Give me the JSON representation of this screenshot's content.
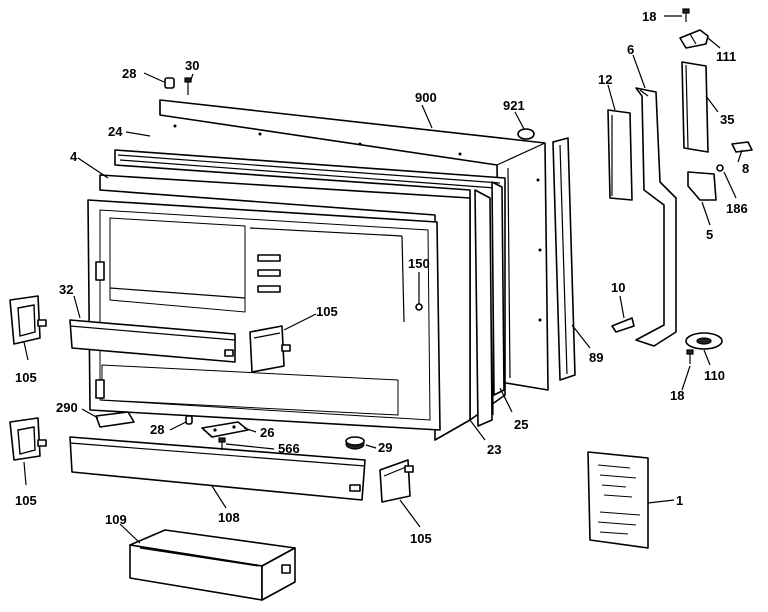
{
  "labels": {
    "l18_top": "18",
    "l111": "111",
    "l6": "6",
    "l12": "12",
    "l35": "35",
    "l30": "30",
    "l28_top": "28",
    "l900": "900",
    "l921": "921",
    "l24": "24",
    "l4": "4",
    "l8": "8",
    "l186": "186",
    "l5": "5",
    "l150": "150",
    "l10": "10",
    "l32": "32",
    "l105_mid": "105",
    "l105_left_top": "105",
    "l89": "89",
    "l110": "110",
    "l18_bottom": "18",
    "l290": "290",
    "l28_mid": "28",
    "l26": "26",
    "l25": "25",
    "l105_left_bottom": "105",
    "l566": "566",
    "l29": "29",
    "l23": "23",
    "l1": "1",
    "l109": "109",
    "l108": "108",
    "l105_bottom": "105"
  }
}
